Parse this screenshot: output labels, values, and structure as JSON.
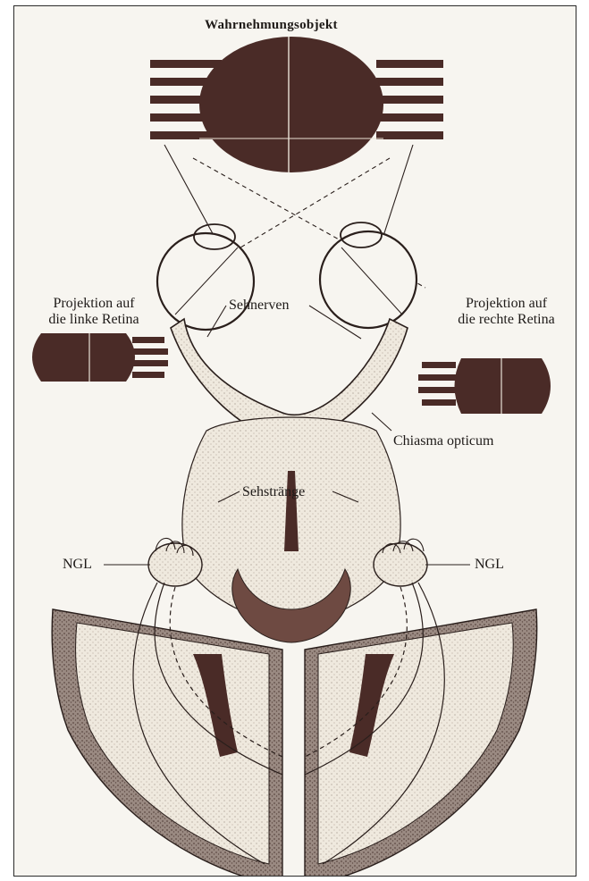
{
  "diagram": {
    "labels": {
      "title": "Wahrnehmungsobjekt",
      "left_proj_line1": "Projektion auf",
      "left_proj_line2": "die linke Retina",
      "right_proj_line1": "Projektion auf",
      "right_proj_line2": "die rechte Retina",
      "optic_nerves": "Sehnerven",
      "chiasm": "Chiasma opticum",
      "optic_tracts": "Sehstränge",
      "ngl_left": "NGL",
      "ngl_right": "NGL"
    },
    "colors": {
      "ink": "#2a1f1c",
      "dark_fill": "#4a2b27",
      "stipple": "#e9e2d6",
      "cortex": "#8a7a72",
      "paper": "#f7f5f0"
    }
  }
}
